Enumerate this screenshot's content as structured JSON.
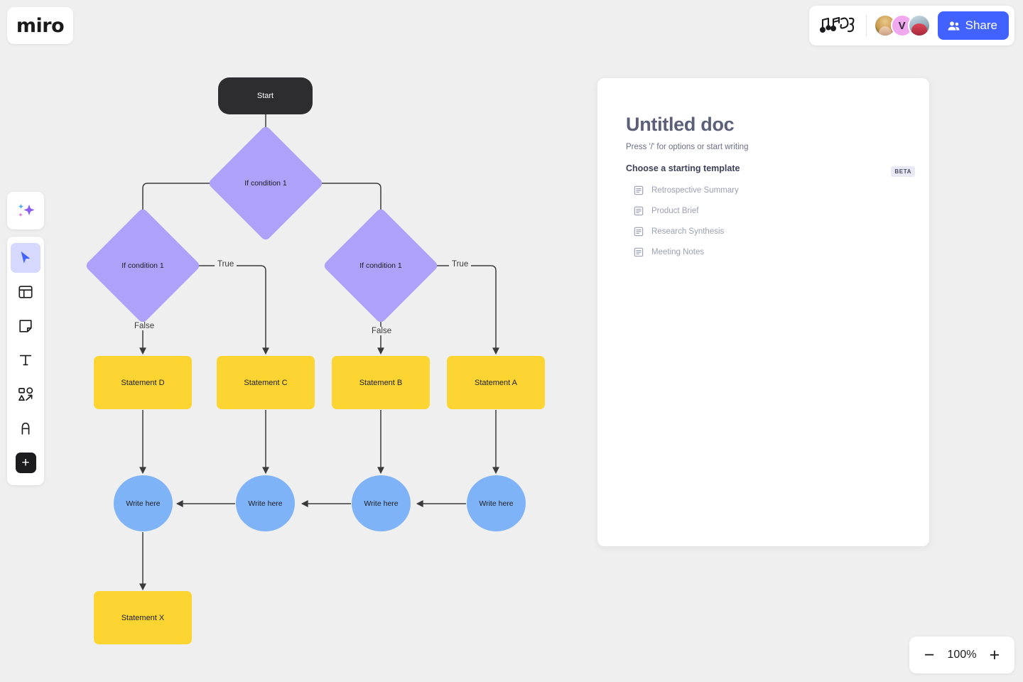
{
  "app": {
    "logo_text": "miro",
    "canvas_bg": "#efefef"
  },
  "topbar": {
    "doodle_icon": "music-doodle-icon",
    "avatars": [
      {
        "name": "avatar-user-1",
        "initial": ""
      },
      {
        "name": "avatar-user-2",
        "initial": "V"
      },
      {
        "name": "avatar-user-3",
        "initial": ""
      }
    ],
    "share_label": "Share",
    "share_color": "#4262ff"
  },
  "toolbar": {
    "ai_icon": "ai-sparkles-icon",
    "items": [
      {
        "name": "select-tool",
        "icon": "cursor-icon",
        "active": true
      },
      {
        "name": "templates-tool",
        "icon": "frame-icon",
        "active": false
      },
      {
        "name": "sticky-note-tool",
        "icon": "sticky-note-icon",
        "active": false
      },
      {
        "name": "text-tool",
        "icon": "text-t-icon",
        "active": false
      },
      {
        "name": "shapes-tool",
        "icon": "shapes-icon",
        "active": false
      },
      {
        "name": "pen-tool",
        "icon": "pen-icon",
        "active": false
      },
      {
        "name": "more-apps-tool",
        "icon": "plus-icon",
        "active": false
      }
    ]
  },
  "flowchart": {
    "colors": {
      "start": "#2d2d2f",
      "decision": "#aea1fa",
      "statement": "#fcd533",
      "circle": "#7fb3f7",
      "connector": "#3a3a3c"
    },
    "nodes": [
      {
        "id": "start",
        "label": "Start",
        "type": "terminator"
      },
      {
        "id": "cond0",
        "label": "If condition 1",
        "type": "decision"
      },
      {
        "id": "cond1",
        "label": "If condition 1",
        "type": "decision"
      },
      {
        "id": "cond2",
        "label": "If condition 1",
        "type": "decision"
      },
      {
        "id": "stmtD",
        "label": "Statement D",
        "type": "process"
      },
      {
        "id": "stmtC",
        "label": "Statement C",
        "type": "process"
      },
      {
        "id": "stmtB",
        "label": "Statement B",
        "type": "process"
      },
      {
        "id": "stmtA",
        "label": "Statement A",
        "type": "process"
      },
      {
        "id": "circ1",
        "label": "Write here",
        "type": "connector-circle"
      },
      {
        "id": "circ2",
        "label": "Write here",
        "type": "connector-circle"
      },
      {
        "id": "circ3",
        "label": "Write here",
        "type": "connector-circle"
      },
      {
        "id": "circ4",
        "label": "Write here",
        "type": "connector-circle"
      },
      {
        "id": "stmtX",
        "label": "Statement X",
        "type": "process"
      }
    ],
    "edge_labels": [
      {
        "id": "true-left",
        "text": "True"
      },
      {
        "id": "false-left",
        "text": "False"
      },
      {
        "id": "true-right",
        "text": "True"
      },
      {
        "id": "false-right",
        "text": "False"
      }
    ]
  },
  "doc": {
    "badge": "BETA",
    "title": "Untitled doc",
    "placeholder": "Press '/' for options or start writing",
    "subhead": "Choose a starting template",
    "templates": [
      {
        "label": "Retrospective Summary",
        "icon": "document-icon"
      },
      {
        "label": "Product Brief",
        "icon": "document-icon"
      },
      {
        "label": "Research Synthesis",
        "icon": "document-icon"
      },
      {
        "label": "Meeting Notes",
        "icon": "document-icon"
      }
    ]
  },
  "zoom": {
    "minus": "−",
    "level": "100%",
    "plus": "+"
  }
}
